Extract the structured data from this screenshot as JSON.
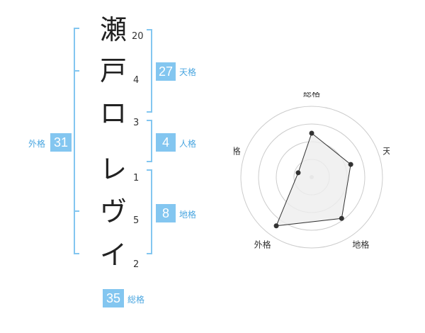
{
  "name_chars": [
    {
      "char": "瀬",
      "strokes": "20"
    },
    {
      "char": "戸",
      "strokes": "4"
    },
    {
      "char": "ロ",
      "strokes": "3"
    },
    {
      "char": "レ",
      "strokes": "1"
    },
    {
      "char": "ヴ",
      "strokes": "5"
    },
    {
      "char": "イ",
      "strokes": "2"
    }
  ],
  "scores": {
    "tenkaku": {
      "value": "27",
      "label": "天格"
    },
    "jinkaku": {
      "value": "4",
      "label": "人格"
    },
    "chikaku": {
      "value": "8",
      "label": "地格"
    },
    "gaikaku": {
      "value": "31",
      "label": "外格"
    },
    "soukaku": {
      "value": "35",
      "label": "総格"
    }
  },
  "chart_data": {
    "type": "radar",
    "axes": [
      "総格",
      "天格",
      "地格",
      "外格",
      "人格"
    ],
    "values": [
      0.62,
      0.58,
      0.72,
      0.85,
      0.2
    ],
    "max": 1,
    "rings": 4,
    "line_color": "#333333",
    "fill_color": "#eeeeee"
  },
  "colors": {
    "accent": "#83c6f0",
    "bracket": "#83c6f0",
    "label": "#4aa6e0"
  }
}
